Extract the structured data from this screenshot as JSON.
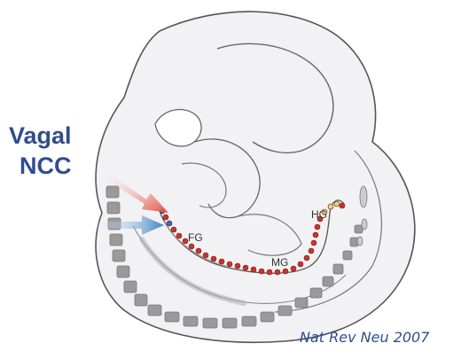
{
  "labels": {
    "title_line1": "Vagal",
    "title_line2": "NCC",
    "foregut": "FG",
    "midgut": "MG",
    "hindgut": "HG",
    "credit": "Nat Rev Neu 2007"
  },
  "colors": {
    "title_text": "#2f4d8c",
    "embryo_fill": "#f2f2f4",
    "outline": "#555555",
    "somite": "#9a9a9a",
    "red_arrow": "#e0513f",
    "blue_arrow": "#3f86c7",
    "gut_dot_red": "#c9342d",
    "gut_dot_blue": "#2f6db5",
    "gut_dot_yellow": "#e8d27a"
  },
  "icons": [
    "red-arrow-icon",
    "blue-arrow-icon",
    "somite-column",
    "neural-crest-cells"
  ]
}
